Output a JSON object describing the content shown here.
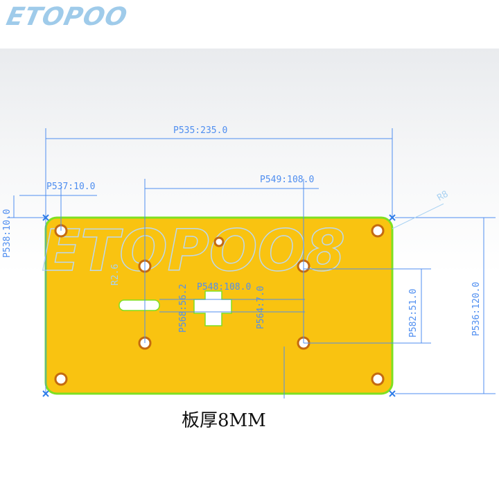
{
  "logo": "ETOPOO",
  "watermark": "ETOPOO8",
  "dimensions": {
    "overall_width": "P535:235.0",
    "edge_offset_x": "P537:10.0",
    "hole_spacing_x": "P549:108.0",
    "edge_offset_y": "P538:10.0",
    "overall_height": "P536:120.0",
    "hole_spacing_y": "P582:51.0",
    "slot_height": "P568:56.2",
    "cross_offset": "P548:108.0",
    "cross_width": "P564:7.0",
    "corner_radius": "R8",
    "slot_radius": "R2.6"
  },
  "thickness_label": "板厚8MM",
  "colors": {
    "plate": "#f9c311",
    "edge": "#7ee021",
    "dim": "#4f8ef0"
  }
}
